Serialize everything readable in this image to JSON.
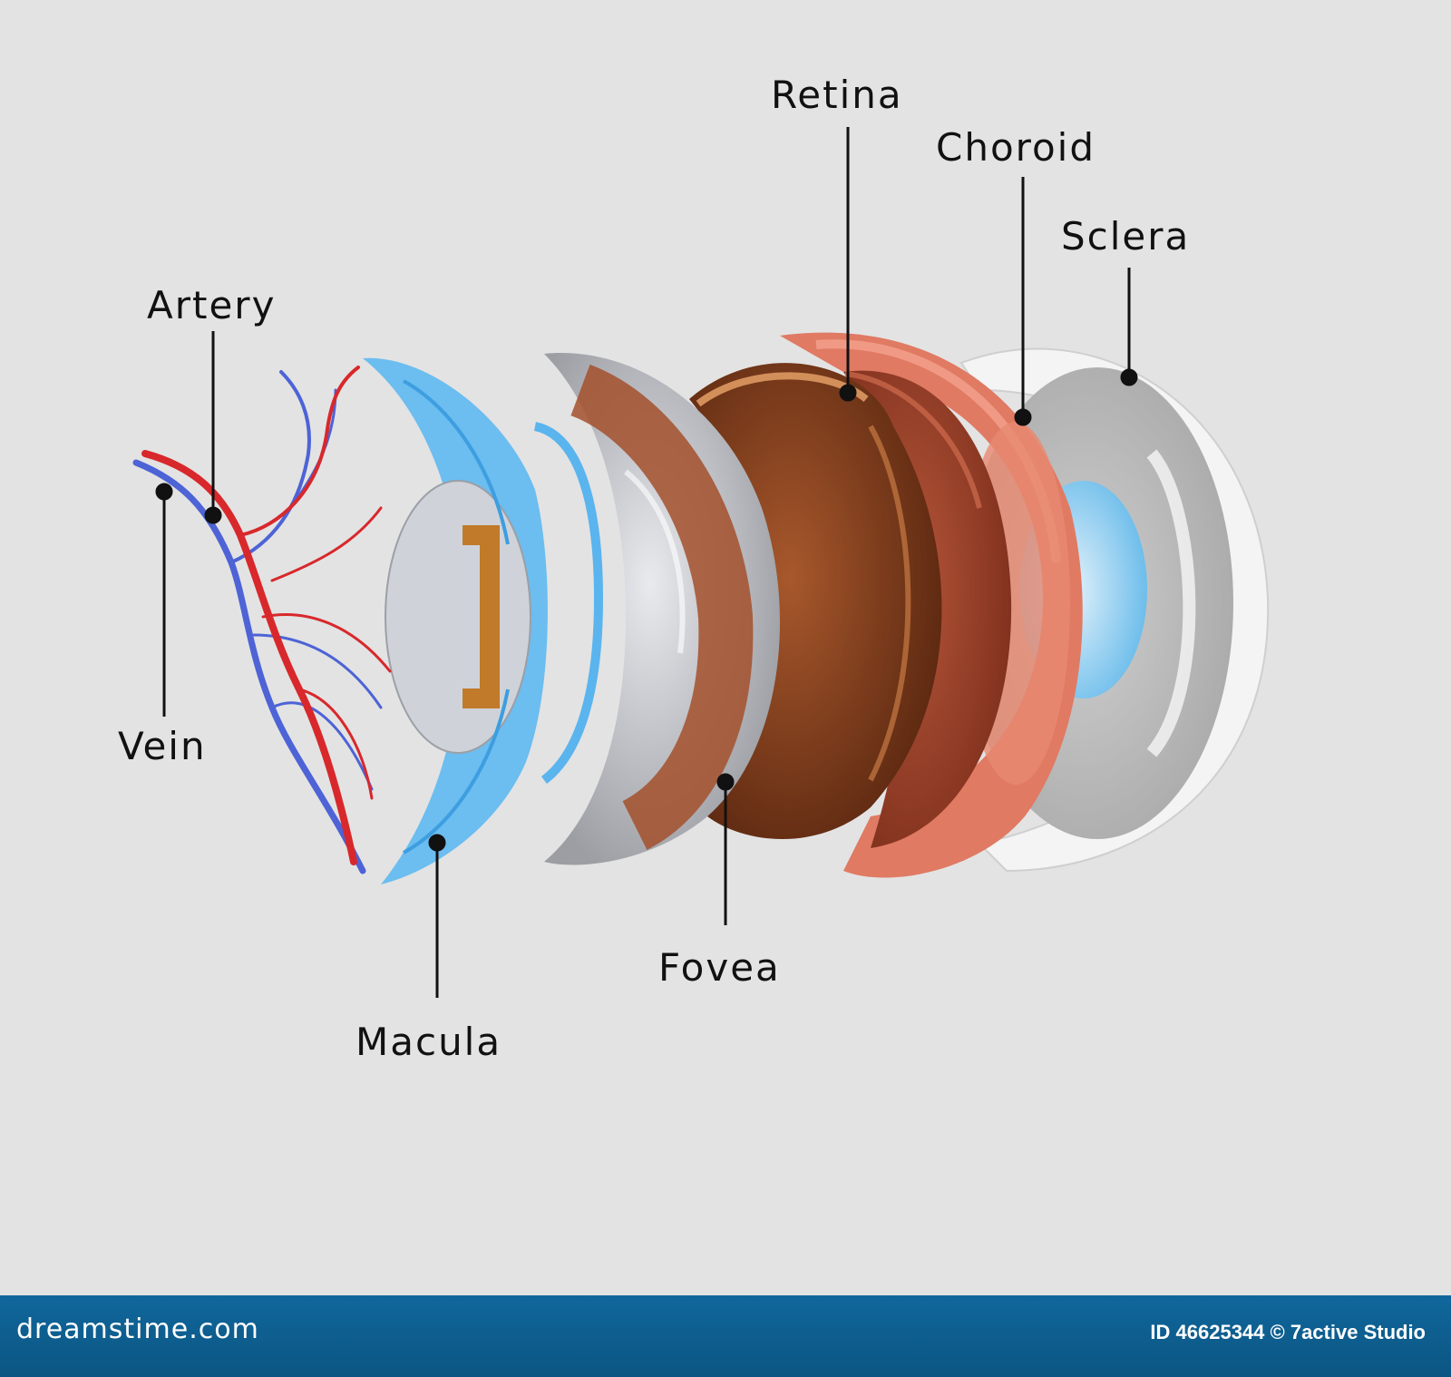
{
  "labels": {
    "retina": "Retina",
    "choroid": "Choroid",
    "sclera": "Sclera",
    "artery": "Artery",
    "vein": "Vein",
    "macula": "Macula",
    "fovea": "Fovea"
  },
  "watermark": {
    "site": "dreamstime.com",
    "credit": "ID 46625344 © 7active Studio"
  },
  "colors": {
    "background": "#e3e3e3",
    "artery": "#d8282c",
    "vein": "#4d63d6",
    "macula_layer": "#5ab4ee",
    "lens": "#c4c6cb",
    "fovea_layer": "#8a4220",
    "retina_layer": "#a0462e",
    "choroid_layer": "#e0735c",
    "sclera_layer": "#f2f2f2",
    "footer": "#0f6399"
  }
}
